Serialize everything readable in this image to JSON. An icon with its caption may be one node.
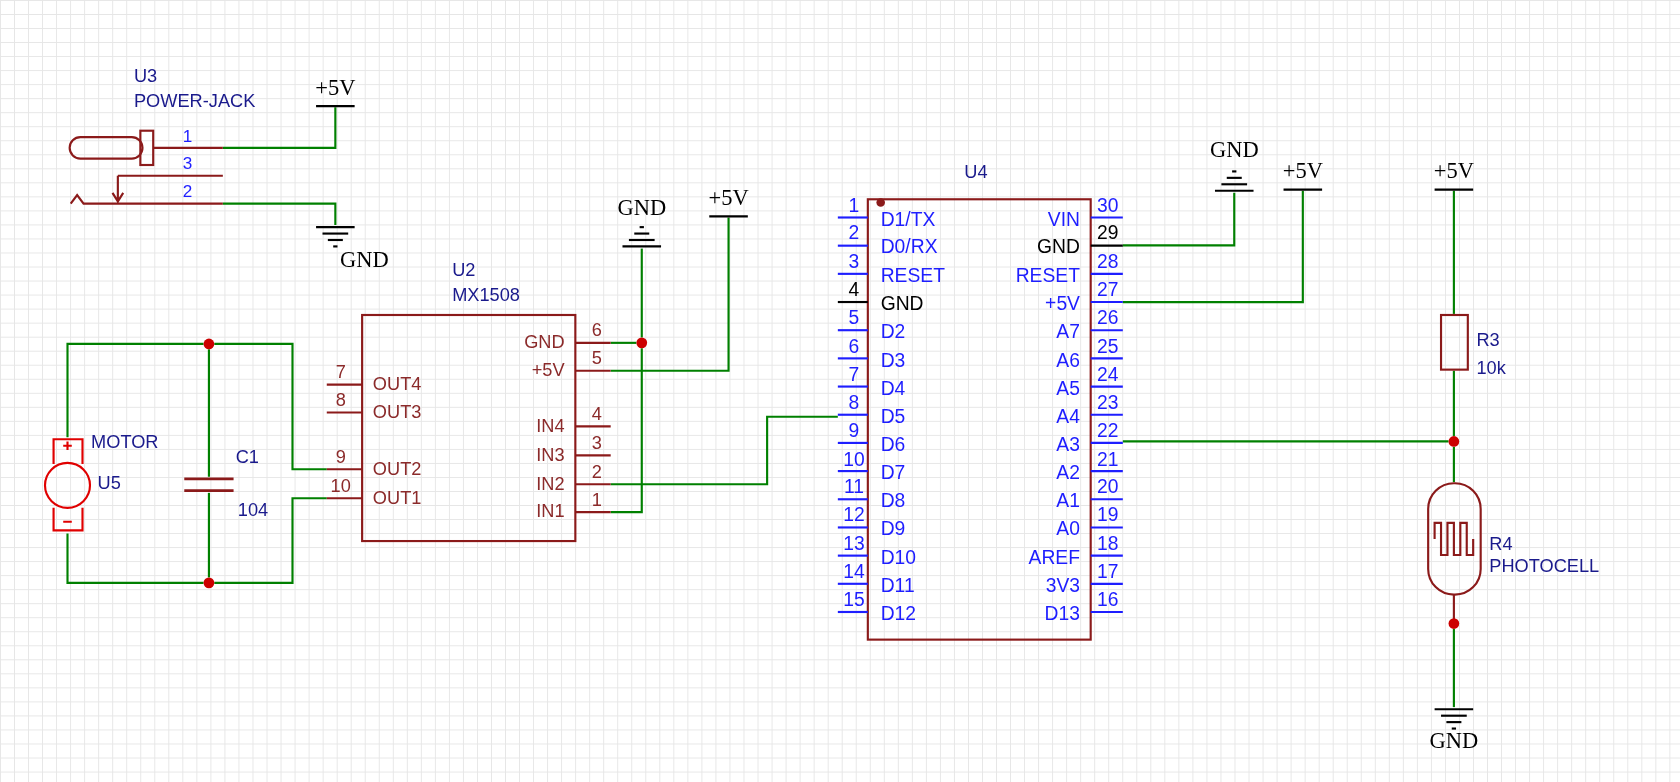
{
  "diagram": {
    "nodes": [
      {
        "text": [
          "U3",
          "POWER-JACK",
          "1",
          "3",
          "2"
        ]
      },
      {
        "text": [
          "+5V"
        ]
      },
      {
        "text": [
          "GND"
        ]
      },
      {
        "text": [
          "GND"
        ]
      },
      {
        "text": [
          "+5V"
        ]
      },
      {
        "text": [
          "GND"
        ]
      },
      {
        "text": [
          "+5V"
        ]
      },
      {
        "text": [
          "+5V"
        ]
      },
      {
        "text": [
          "U4",
          "1",
          "D1/TX",
          "VIN",
          "30",
          "2",
          "D0/RX",
          "GND",
          "29",
          "3",
          "RESET",
          "RESET",
          "28",
          "4",
          "GND",
          "+5V",
          "27",
          "5",
          "D2",
          "A7",
          "26",
          "6",
          "D3",
          "A6",
          "25",
          "7",
          "D4",
          "A5",
          "24",
          "8",
          "D5",
          "A4",
          "23",
          "9",
          "D6",
          "A3",
          "22",
          "10",
          "D7",
          "A2",
          "21",
          "11",
          "D8",
          "A1",
          "20",
          "12",
          "D9",
          "A0",
          "19",
          "13",
          "D10",
          "AREF",
          "18",
          "14",
          "D11",
          "3V3",
          "17",
          "15",
          "D12",
          "D13",
          "16"
        ]
      },
      {
        "text": [
          "U2",
          "MX1508",
          "GND",
          "6",
          "+5V",
          "5",
          "7",
          "OUT4",
          "8",
          "OUT3",
          "IN4",
          "4",
          "IN3",
          "3",
          "9",
          "OUT2",
          "IN2",
          "2",
          "10",
          "OUT1",
          "IN1",
          "1"
        ]
      },
      {
        "text": [],
        "shape": "resistor",
        "beside": [
          "R3",
          "10k"
        ]
      },
      {
        "text": [],
        "shape": "circle"
      },
      {
        "text": [],
        "shape": "circle"
      },
      {
        "text": [],
        "shape": "motor",
        "beside": [
          "MOTOR",
          "U5"
        ]
      },
      {
        "text": [],
        "shape": "capacitor",
        "beside": [
          "C1",
          "104"
        ]
      },
      {
        "text": [],
        "shape": "circle"
      },
      {
        "text": [],
        "shape": "photoresistor",
        "beside": [
          "R4",
          "PHOTOCELL"
        ]
      },
      {
        "text": [],
        "shape": "circle"
      },
      {
        "text": [
          "GND"
        ]
      }
    ],
    "edges": [
      {
        "from": 0,
        "to": 1,
        "arrow": "none"
      },
      {
        "from": 0,
        "to": 2,
        "arrow": "none"
      },
      {
        "from": 9,
        "to": 11,
        "arrow": "none"
      },
      {
        "from": 11,
        "to": 3,
        "arrow": "none"
      },
      {
        "from": 11,
        "to": 9,
        "arrow": "none"
      },
      {
        "from": 9,
        "to": 4,
        "arrow": "none"
      },
      {
        "from": 9,
        "to": 8,
        "arrow": "none"
      },
      {
        "from": 8,
        "to": 5,
        "arrow": "none"
      },
      {
        "from": 8,
        "to": 6,
        "arrow": "none"
      },
      {
        "from": 7,
        "to": 10,
        "arrow": "none"
      },
      {
        "from": 10,
        "to": 15,
        "arrow": "none"
      },
      {
        "from": 8,
        "to": 15,
        "arrow": "none"
      },
      {
        "from": 15,
        "to": 16,
        "arrow": "none"
      },
      {
        "from": 16,
        "to": 18,
        "arrow": "none"
      },
      {
        "from": 13,
        "to": 12,
        "arrow": "none"
      },
      {
        "from": 12,
        "to": 14,
        "arrow": "none"
      },
      {
        "from": 12,
        "to": 9,
        "arrow": "none"
      },
      {
        "from": 14,
        "to": 17,
        "arrow": "none"
      },
      {
        "from": 13,
        "to": 17,
        "arrow": "none"
      },
      {
        "from": 17,
        "to": 9,
        "arrow": "none"
      }
    ]
  }
}
